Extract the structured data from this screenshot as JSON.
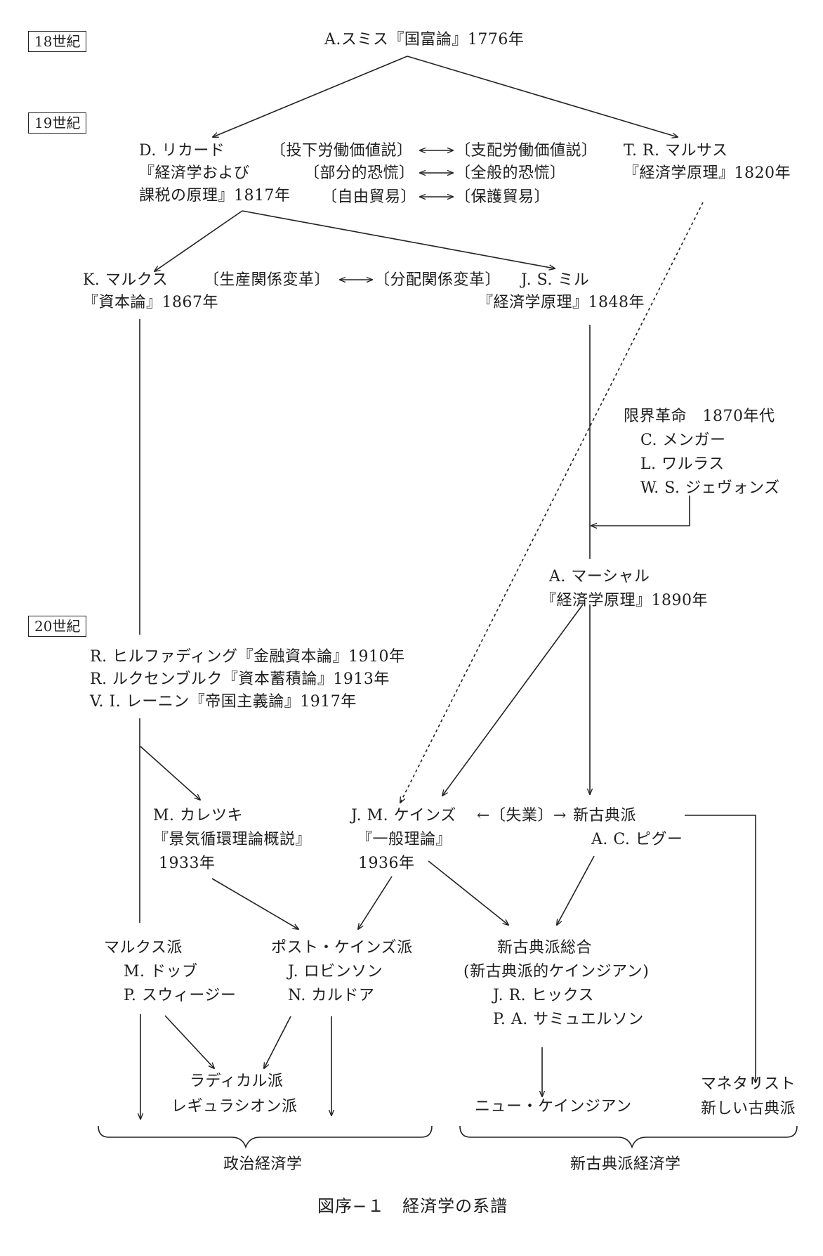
{
  "eras": {
    "c18": "18世紀",
    "c19": "19世紀",
    "c20": "20世紀"
  },
  "nodes": {
    "smith": "A.スミス『国富論』1776年",
    "ricardo": [
      "D. リカード",
      "『経済学および",
      "課税の原理』1817年"
    ],
    "malthus": [
      "T. R. マルサス",
      "『経済学原理』1820年"
    ],
    "marx": [
      "K. マルクス",
      "『資本論』1867年"
    ],
    "mill": [
      "J. S. ミル",
      "『経済学原理』1848年"
    ],
    "marginal": [
      "限界革命　1870年代",
      "C. メンガー",
      "L. ワルラス",
      "W. S. ジェヴォンズ"
    ],
    "marshall": [
      "A. マーシャル",
      "『経済学原理』1890年"
    ],
    "imperialism": [
      "R. ヒルファディング『金融資本論』1910年",
      "R. ルクセンブルク『資本蓄積論』1913年",
      "V. I. レーニン『帝国主義論』1917年"
    ],
    "kalecki": [
      "M. カレツキ",
      "『景気循環理論概説』",
      "1933年"
    ],
    "keynes": [
      "J. M. ケインズ",
      "『一般理論』",
      "1936年"
    ],
    "unemployment": "←〔失業〕→",
    "neoclassical": [
      "新古典派",
      "A. C. ピグー"
    ],
    "marxian": [
      "マルクス派",
      "M. ドッブ",
      "P. スウィージー"
    ],
    "postkeynes": [
      "ポスト・ケインズ派",
      "J. ロビンソン",
      "N. カルドア"
    ],
    "synthesis": [
      "新古典派総合",
      "(新古典派的ケインジアン)",
      "J. R. ヒックス",
      "P. A. サミュエルソン"
    ],
    "radical": [
      "ラディカル派",
      "レギュラシオン派"
    ],
    "newkeynes": "ニュー・ケインジアン",
    "monetarist": [
      "マネタリスト",
      "新しい古典派"
    ]
  },
  "contrasts": {
    "ricardo_malthus": [
      {
        "left": "〔投下労働価値説〕",
        "right": "〔支配労働価値説〕"
      },
      {
        "left": "〔部分的恐慌〕",
        "right": "〔全般的恐慌〕"
      },
      {
        "left": "〔自由貿易〕",
        "right": "〔保護貿易〕"
      }
    ],
    "marx_mill": {
      "left": "〔生産関係変革〕",
      "right": "〔分配関係変革〕"
    },
    "arrow_symbol": "←→"
  },
  "groups": {
    "political": "政治経済学",
    "neoclassical": "新古典派経済学"
  },
  "caption": "図序−１　経済学の系譜"
}
